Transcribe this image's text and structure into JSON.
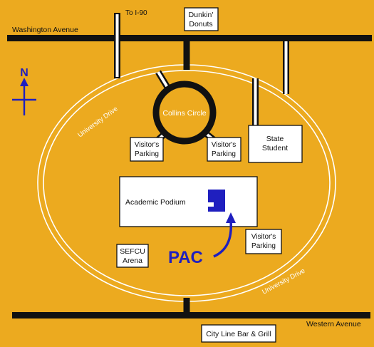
{
  "colors": {
    "background": "#ecaa1f",
    "road": "#111111",
    "label_bg": "#ffffff",
    "accent": "#1f1fbf"
  },
  "roads": {
    "north": "Washington Avenue",
    "south": "Western Avenue",
    "loop_northwest": "University Drive",
    "loop_southeast": "University Drive",
    "to_highway": "To I-90"
  },
  "compass": {
    "label": "N",
    "icon": "north-arrow-icon"
  },
  "labels": {
    "dunkin_line1": "Dunkin'",
    "dunkin_line2": "Donuts",
    "collins_circle": "Collins Circle",
    "visitor_parking_line1": "Visitor's",
    "visitor_parking_line2": "Parking",
    "state_line1": "State",
    "state_line2": "Student",
    "academic_podium": "Academic Podium",
    "sefcu_line1": "SEFCU",
    "sefcu_line2": "Arena",
    "pac": "PAC",
    "city_line": "City Line Bar & Grill"
  }
}
